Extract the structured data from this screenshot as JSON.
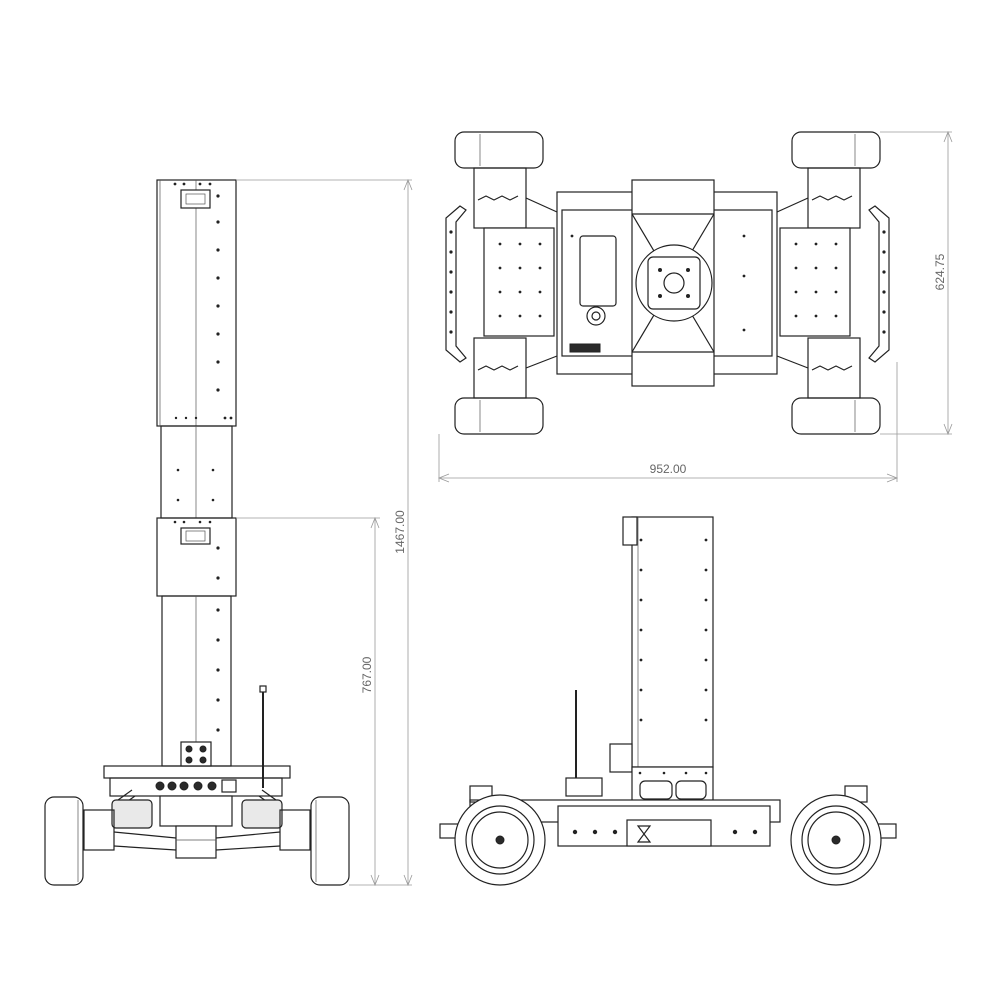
{
  "drawing": {
    "dimensions": {
      "front_total_height": "1467.00",
      "front_lower_height": "767.00",
      "top_width": "952.00",
      "top_depth": "624.75"
    }
  }
}
